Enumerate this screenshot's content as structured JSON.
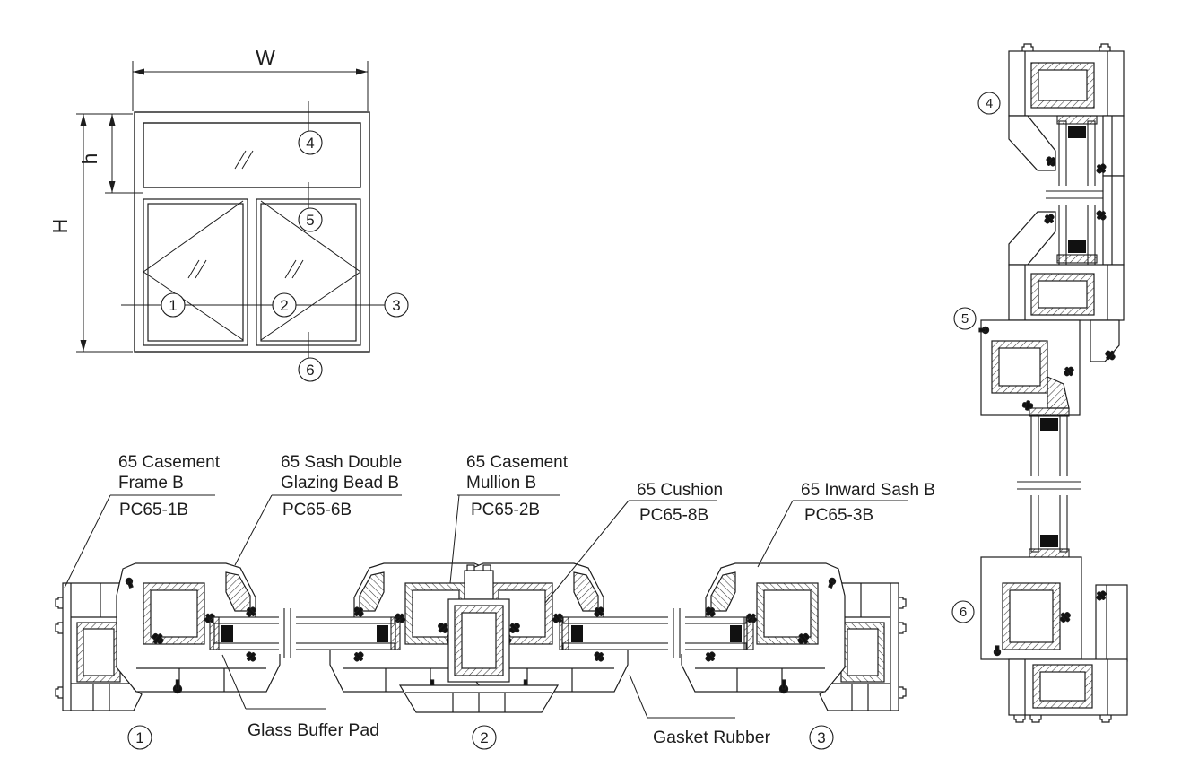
{
  "title": "Casement window technical section drawing (PC65 series)",
  "colors": {
    "line": "#1d1d1d",
    "black_parts": "#111111",
    "background": "#ffffff"
  },
  "elevation": {
    "width_label": "W",
    "height_label": "H",
    "transom_height_label": "h"
  },
  "markers": {
    "m1": "1",
    "m2": "2",
    "m3": "3",
    "m4": "4",
    "m5": "5",
    "m6": "6"
  },
  "callouts": [
    {
      "line1": "65 Casement",
      "line2": "Frame B",
      "code": "PC65-1B"
    },
    {
      "line1": "65 Sash Double",
      "line2": "Glazing Bead B",
      "code": "PC65-6B"
    },
    {
      "line1": "65 Casement",
      "line2": "Mullion B",
      "code": "PC65-2B"
    },
    {
      "line1": "65 Cushion",
      "line2": "",
      "code": "PC65-8B"
    },
    {
      "line1": "65 Inward Sash B",
      "line2": "",
      "code": "PC65-3B"
    }
  ],
  "part_labels": {
    "glass_buffer_pad": "Glass Buffer Pad",
    "gasket_rubber": "Gasket Rubber"
  }
}
